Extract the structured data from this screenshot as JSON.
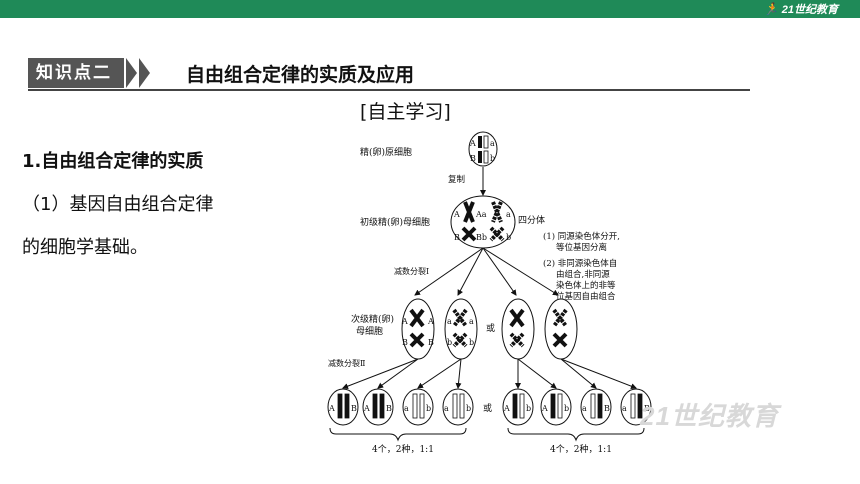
{
  "header": {
    "logo_text": "21世纪教育",
    "logo_icon": "runner-icon",
    "bar_color": "#1f8a58"
  },
  "section": {
    "tab_label": "知识点二",
    "title": "自由组合定律的实质及应用",
    "subtitle": "[自主学习]"
  },
  "body": {
    "heading": "1.自由组合定律的实质",
    "line1": "（1）基因自由组合定律",
    "line2": "的细胞学基础。"
  },
  "diagram": {
    "top_label": "精(卵)原细胞",
    "copy_label": "复制",
    "primary_label": "初级精(卵)母细胞",
    "tetrad_label": "四分体",
    "note1": "(1) 同源染色体分开,",
    "note1b": "等位基因分离",
    "note2": "(2) 非同源染色体自",
    "note2b": "由组合,非同源",
    "note2c": "染色体上的非等",
    "note2d": "位基因自由组合",
    "meiosis1": "减数分裂Ⅰ",
    "secondary_label1": "次级精(卵)",
    "secondary_label2": "母细胞",
    "or1": "或",
    "meiosis2": "减数分裂Ⅱ",
    "or2": "或",
    "result_left": "4个，2种，1:1",
    "result_right": "4个，2种，1:1",
    "genes": {
      "A": "A",
      "a": "a",
      "B": "B",
      "b": "b",
      "Aa": "Aa",
      "Bb": "Bb"
    }
  },
  "watermark": "21世纪教育"
}
